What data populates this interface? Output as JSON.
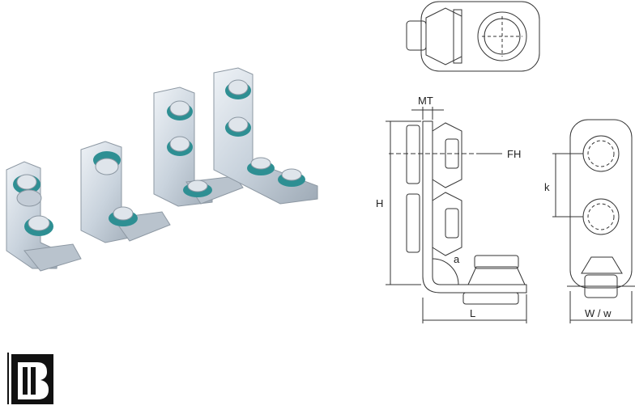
{
  "dimensions": {
    "mt": "MT",
    "fh": "FH",
    "h": "H",
    "k": "k",
    "a": "a",
    "l": "L",
    "ww": "W / w"
  },
  "colors": {
    "metal": "#d4dde6",
    "metal_dark": "#9eaab6",
    "washer": "#2e8f93",
    "line": "#333333"
  },
  "logo": {
    "icon": "walraven-logo"
  }
}
